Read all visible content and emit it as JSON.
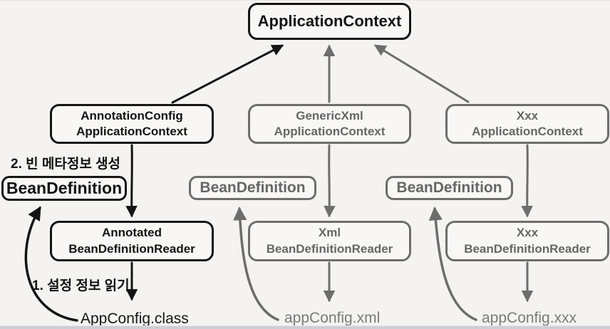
{
  "diagram": {
    "title_box": "ApplicationContext",
    "columns": [
      {
        "context_line1": "AnnotationConfig",
        "context_line2": "ApplicationContext",
        "bean_definition": "BeanDefinition",
        "reader_line1": "Annotated",
        "reader_line2": "BeanDefinitionReader",
        "config_file": "AppConfig.class"
      },
      {
        "context_line1": "GenericXml",
        "context_line2": "ApplicationContext",
        "bean_definition": "BeanDefinition",
        "reader_line1": "Xml",
        "reader_line2": "BeanDefinitionReader",
        "config_file": "appConfig.xml"
      },
      {
        "context_line1": "Xxx",
        "context_line2": "ApplicationContext",
        "bean_definition": "BeanDefinition",
        "reader_line1": "Xxx",
        "reader_line2": "BeanDefinitionReader",
        "config_file": "appConfig.xxx"
      }
    ],
    "annotations": {
      "step1": "1. 설정 정보 읽기",
      "step2": "2. 빈 메타정보 생성"
    },
    "colors": {
      "primary": "#141414",
      "muted_border": "#6d6d6d",
      "muted_text": "#666666",
      "background": "#f4f3f1",
      "box_fill": "#f8f7f5",
      "bottom_strip": "#ccd0d4"
    }
  }
}
